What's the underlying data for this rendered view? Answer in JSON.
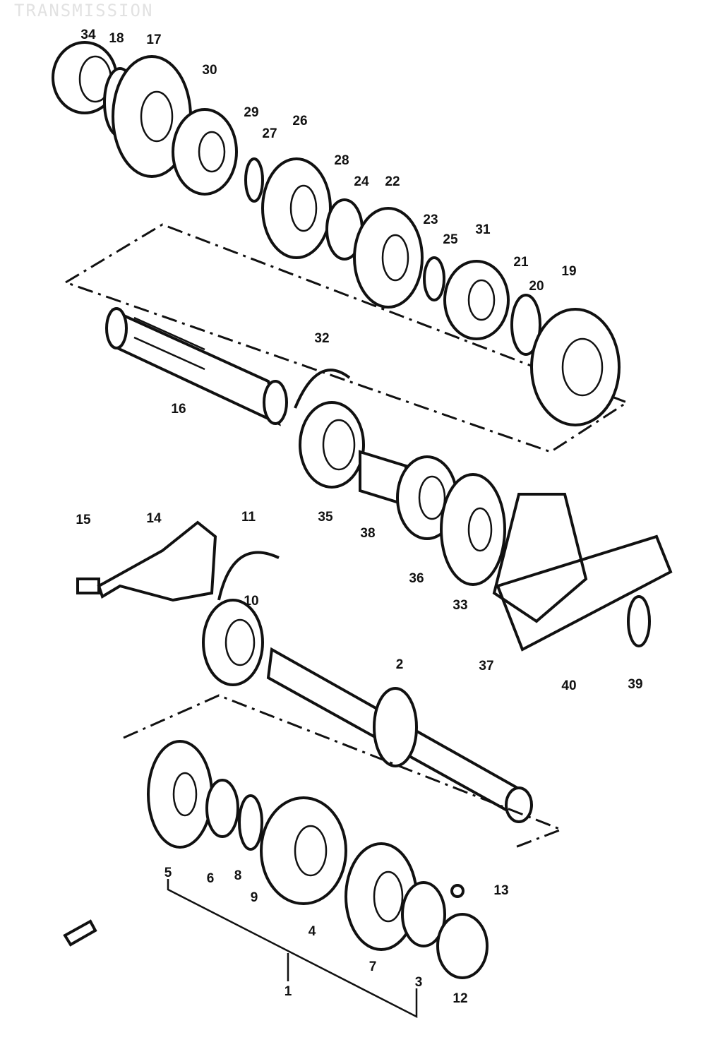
{
  "title": "TRANSMISSION",
  "callouts": [
    "34",
    "18",
    "17",
    "30",
    "29",
    "27",
    "26",
    "28",
    "24",
    "22",
    "23",
    "25",
    "31",
    "21",
    "20",
    "19",
    "16",
    "32",
    "35",
    "38",
    "36",
    "33",
    "37",
    "40",
    "39",
    "15",
    "14",
    "11",
    "10",
    "2",
    "5",
    "6",
    "8",
    "9",
    "4",
    "7",
    "3",
    "13",
    "12",
    "1"
  ]
}
